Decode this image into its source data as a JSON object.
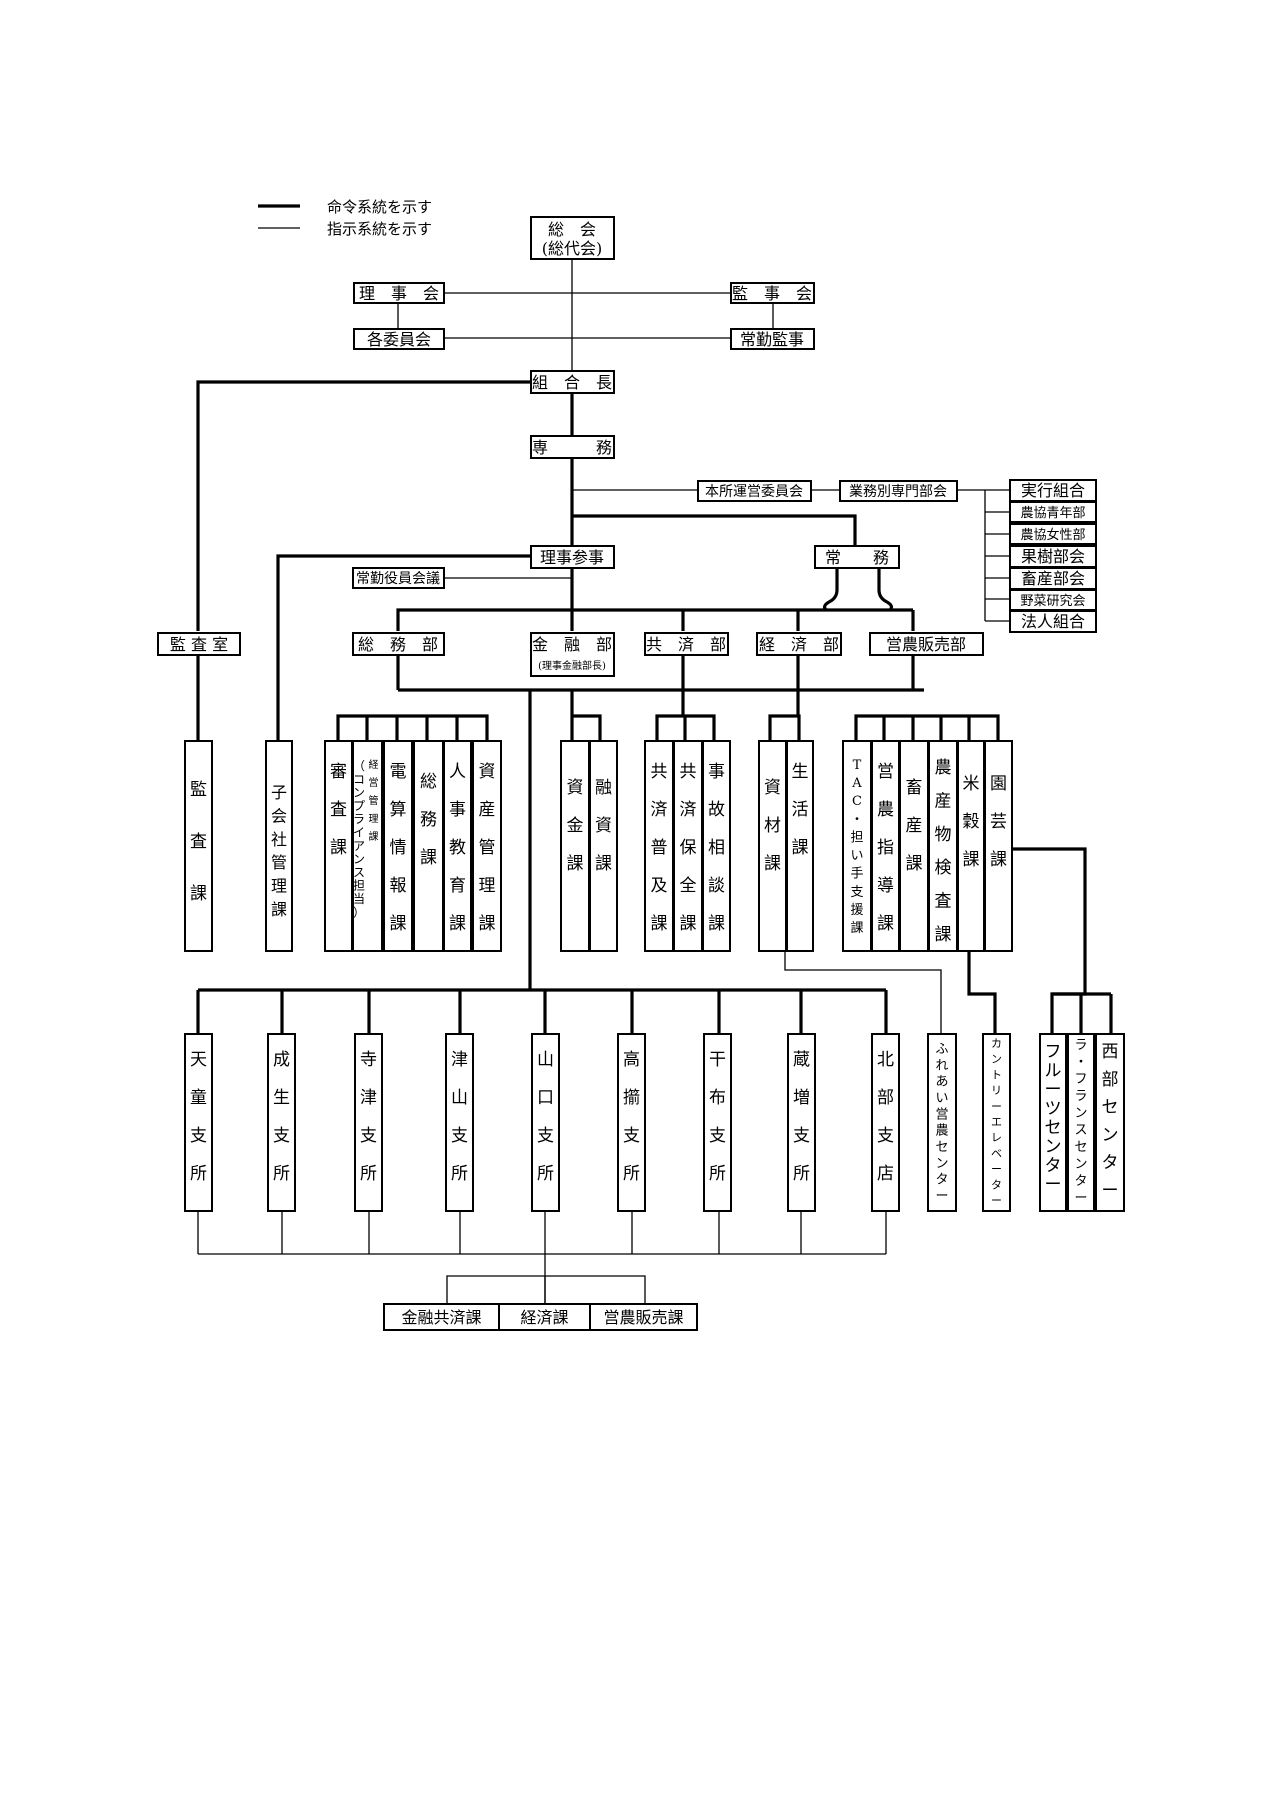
{
  "legend": {
    "command": "命令系統を示す",
    "instruction": "指示系統を示す"
  },
  "nodes": {
    "soukai": "総　会",
    "soukai_sub": "(総代会)",
    "rijikai": "理　事　会",
    "kakuiinkai": "各委員会",
    "kanjikai": "監　事　会",
    "jokin_kanji": "常勤監事",
    "kumiaicho": "組　合　長",
    "senmu": "専　　　務",
    "honsho_uneiiinkai": "本所運営委員会",
    "gyomubetsu": "業務別専門部会",
    "riji_sanji": "理事参事",
    "jomu": "常　　務",
    "jokin_yakuin": "常勤役員会議",
    "kansashitsu": "監 査 室",
    "somubu": "総　務　部",
    "kinyubu": "金　融　部",
    "kinyubu_sub": "(理事金融部長)",
    "kyosaibu": "共　済　部",
    "keizaibu": "経　済　部",
    "einou_hanbaibu": "営農販売部"
  },
  "groups": [
    "実行組合",
    "農協青年部",
    "農協女性部",
    "果樹部会",
    "畜産部会",
    "野菜研究会",
    "法人組合"
  ],
  "sections": [
    "監査課",
    "子会社管理課",
    "審査課",
    "経営管理課",
    "（コンプライアンス担当）",
    "電算情報課",
    "総務課",
    "人事教育課",
    "資産管理課",
    "資金課",
    "融資課",
    "共済普及課",
    "共済保全課",
    "事故相談課",
    "資材課",
    "生活課",
    "TAC・担い手支援課",
    "営農指導課",
    "畜産課",
    "農産物検査課",
    "米穀課",
    "園芸課"
  ],
  "facilities": [
    "ふれあい営農センター",
    "カントリーエレベーター",
    "フルーツセンター",
    "ラ・フランスセンター",
    "西部センター"
  ],
  "branches": [
    "天童支所",
    "成生支所",
    "寺津支所",
    "津山支所",
    "山口支所",
    "高擶支所",
    "干布支所",
    "蔵増支所",
    "北部支店"
  ],
  "branch_sections": [
    "金融共済課",
    "経済課",
    "営農販売課"
  ]
}
